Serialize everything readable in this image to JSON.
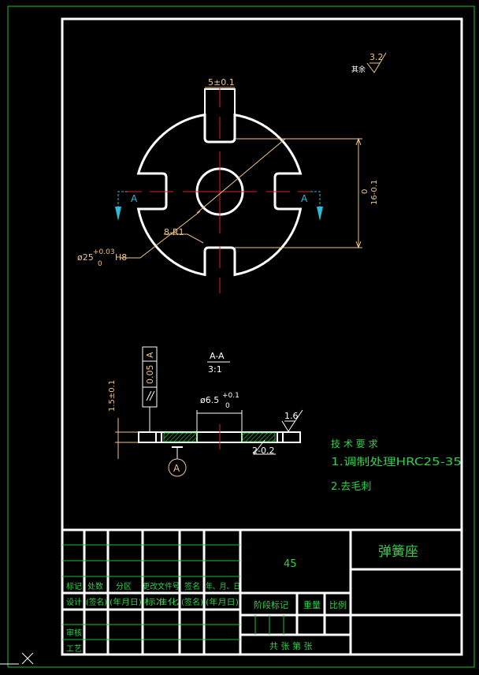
{
  "part_view": {
    "slot_width_dim": "5±0.1",
    "height_dim_a": "0",
    "height_dim_b": "16-0.1",
    "bore_dim_main": "ø25",
    "bore_tol_upper": "+0.03",
    "bore_tol_lower": "0",
    "bore_fit": "H8",
    "radius_note": "8-R1",
    "section_marker_left": "A",
    "section_marker_right": "A"
  },
  "roughness": {
    "other_label": "其余",
    "other_value": "3.2",
    "local_value": "1.6"
  },
  "section_view": {
    "title": "A-A",
    "scale": "3:1",
    "flatness_tol": "0.05",
    "datum_ref": "A",
    "thickness_dim": "1.5±0.1",
    "inner_dim_main": "ø6.5",
    "inner_tol_upper": "+0.1",
    "inner_tol_lower": "0",
    "chamfer": "2-0.2",
    "datum_label": "A"
  },
  "tech_requirements": {
    "heading": "技 术 要 求",
    "item1": "1.调制处理HRC25-35",
    "item2": "2.去毛刺"
  },
  "title_block": {
    "material": "45",
    "part_name": "弹簧座",
    "col_mark": "标记",
    "col_count": "处数",
    "col_zone": "分区",
    "col_doc": "更改文件号",
    "col_sign": "签名",
    "col_date": "年、月、日",
    "row_design": "设计",
    "sign_paren": "(签名)",
    "date_paren": "(年月日)",
    "row_std": "标准化",
    "row_review": "审核",
    "row_process": "工艺",
    "stage_mark": "阶段标记",
    "weight": "重量",
    "ratio": "比例",
    "sheets": "共 张 第 张"
  }
}
